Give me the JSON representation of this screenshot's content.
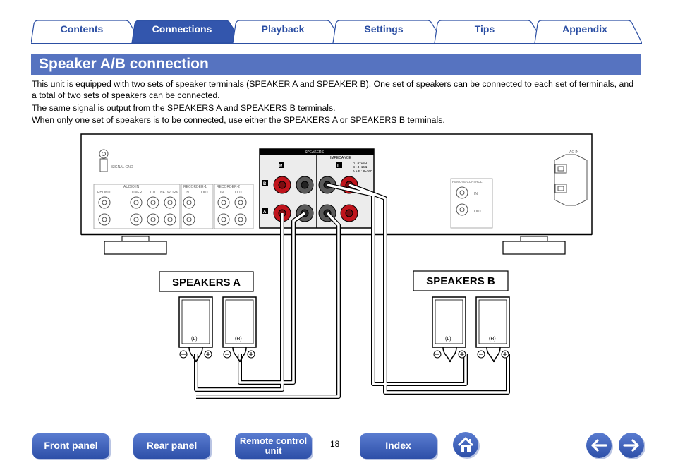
{
  "tabs": [
    {
      "label": "Contents",
      "active": false
    },
    {
      "label": "Connections",
      "active": true
    },
    {
      "label": "Playback",
      "active": false
    },
    {
      "label": "Settings",
      "active": false
    },
    {
      "label": "Tips",
      "active": false
    },
    {
      "label": "Appendix",
      "active": false
    }
  ],
  "page": {
    "title": "Speaker A/B connection",
    "paragraphs": [
      "This unit is equipped with two sets of speaker terminals (SPEAKER A and SPEAKER B). One set of speakers can be connected to each set of terminals, and a total of two sets of speakers can be connected.",
      "The same signal is output from the SPEAKERS A and SPEAKERS B terminals.",
      "When only one set of speakers is to be connected, use either the SPEAKERS A or SPEAKERS B terminals."
    ],
    "page_number": "18"
  },
  "diagram": {
    "speakers_a_label": "SPEAKERS A",
    "speakers_b_label": "SPEAKERS B",
    "left_channel": "(L)",
    "right_channel": "(R)",
    "panel": {
      "speakers_header": "SPEAKERS",
      "impedance": "IMPEDANCE",
      "imp_a": "A : 4~16Ω",
      "imp_b": "B : 4~16Ω",
      "imp_ab": "A + B : 8~16Ω",
      "signal_gnd": "SIGNAL GND",
      "audio_in": "AUDIO IN",
      "phono": "PHONO",
      "tuner": "TUNER",
      "cd": "CD",
      "network": "NETWORK",
      "recorder1": "RECORDER-1",
      "recorder2": "RECORDER-2",
      "in": "IN",
      "out": "OUT",
      "remote_control": "REMOTE CONTROL",
      "ac_in": "AC IN",
      "term_a": "A",
      "term_b": "B",
      "term_r": "R",
      "term_l": "L"
    }
  },
  "nav": {
    "front_panel": "Front panel",
    "rear_panel": "Rear panel",
    "remote_line1": "Remote control",
    "remote_line2": "unit",
    "index": "Index"
  },
  "icons": {
    "home": "home-icon",
    "back": "arrow-left-icon",
    "forward": "arrow-right-icon"
  },
  "colors": {
    "accent": "#5673c0",
    "tab_text": "#2c4fa3",
    "terminal_red": "#c0141c"
  }
}
